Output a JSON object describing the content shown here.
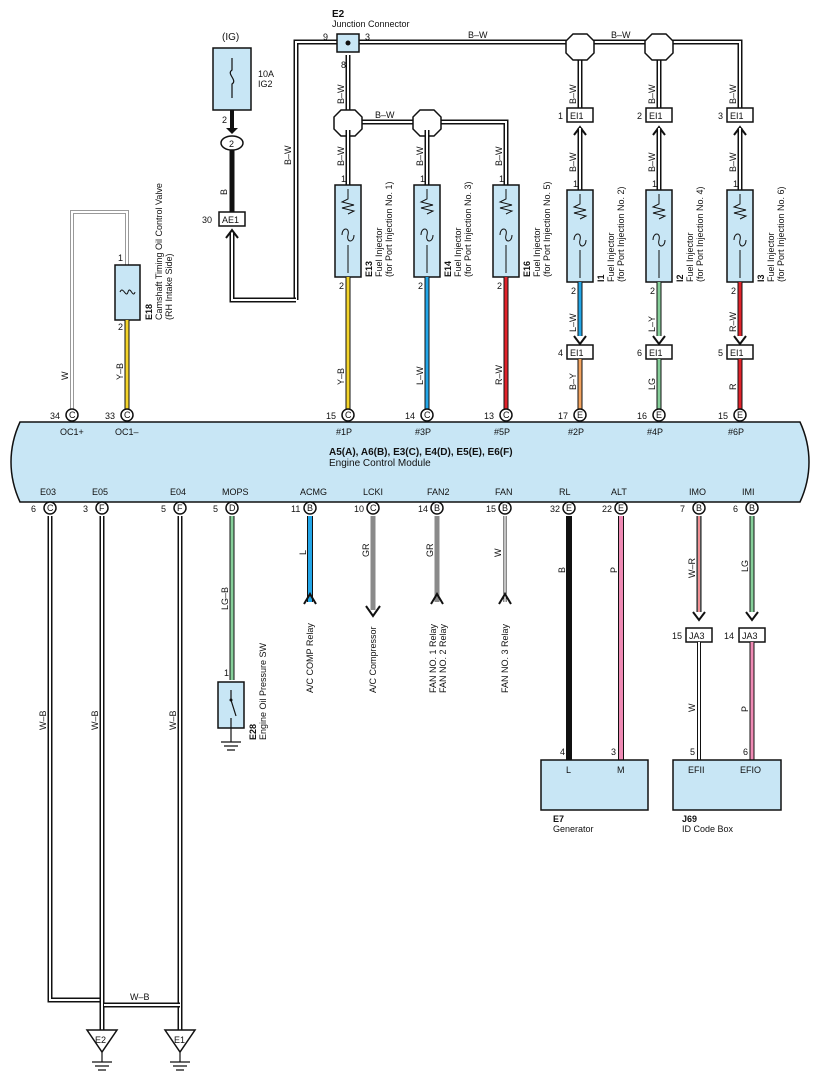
{
  "colors": {
    "comp_fill": "#c8e6f5",
    "black": "#111111",
    "yellow": "#f4d42a",
    "blue": "#22a6e8",
    "red": "#e1222a",
    "green": "#86cf9a",
    "gray": "#8a8a8a",
    "pink": "#ef8ab4",
    "orange": "#f4a460",
    "white": "#ffffff"
  },
  "ecm": {
    "codes": "A5(A), A6(B), E3(C), E4(D), E5(E), E6(F)",
    "name": "Engine Control Module"
  },
  "top_pins": [
    {
      "num": "34",
      "conn": "C",
      "name": "OC1+"
    },
    {
      "num": "33",
      "conn": "C",
      "name": "OC1–"
    },
    {
      "num": "15",
      "conn": "C",
      "name": "#1P"
    },
    {
      "num": "14",
      "conn": "C",
      "name": "#3P"
    },
    {
      "num": "13",
      "conn": "C",
      "name": "#5P"
    },
    {
      "num": "17",
      "conn": "E",
      "name": "#2P"
    },
    {
      "num": "16",
      "conn": "E",
      "name": "#4P"
    },
    {
      "num": "15",
      "conn": "E",
      "name": "#6P"
    }
  ],
  "bottom_pins": [
    {
      "num": "6",
      "conn": "C",
      "name": "E03"
    },
    {
      "num": "3",
      "conn": "F",
      "name": "E05"
    },
    {
      "num": "5",
      "conn": "F",
      "name": "E04"
    },
    {
      "num": "5",
      "conn": "D",
      "name": "MOPS"
    },
    {
      "num": "11",
      "conn": "B",
      "name": "ACMG"
    },
    {
      "num": "10",
      "conn": "C",
      "name": "LCKI"
    },
    {
      "num": "14",
      "conn": "B",
      "name": "FAN2"
    },
    {
      "num": "15",
      "conn": "B",
      "name": "FAN"
    },
    {
      "num": "32",
      "conn": "E",
      "name": "RL"
    },
    {
      "num": "22",
      "conn": "E",
      "name": "ALT"
    },
    {
      "num": "7",
      "conn": "B",
      "name": "IMO"
    },
    {
      "num": "6",
      "conn": "B",
      "name": "IMI"
    }
  ],
  "fuse": {
    "ig": "(IG)",
    "rating": "10A",
    "name": "IG2",
    "pin": "2",
    "conn": "2"
  },
  "junction": {
    "code": "E2",
    "name": "Junction Connector",
    "pin_left": "9",
    "pin_right": "3",
    "pin_bottom": "8"
  },
  "ae1": {
    "pin": "30",
    "label": "AE1"
  },
  "ocv": {
    "code": "E18",
    "name": "Camshaft Timing Oil Control Valve",
    "sub": "(RH Intake Side)",
    "pin_top": "1",
    "pin_bottom": "2"
  },
  "injectors": [
    {
      "code": "E13",
      "line1": "Fuel Injector",
      "line2": "(for Port Injection No. 1)"
    },
    {
      "code": "E14",
      "line1": "Fuel Injector",
      "line2": "(for Port Injection No. 3)"
    },
    {
      "code": "E16",
      "line1": "Fuel Injector",
      "line2": "(for Port Injection No. 5)"
    },
    {
      "code": "I1",
      "line1": "Fuel Injector",
      "line2": "(for Port Injection No. 2)"
    },
    {
      "code": "I2",
      "line1": "Fuel Injector",
      "line2": "(for Port Injection No. 4)"
    },
    {
      "code": "I3",
      "line1": "Fuel Injector",
      "line2": "(for Port Injection No. 6)"
    }
  ],
  "ei1_top": [
    {
      "pin": "1",
      "label": "EI1"
    },
    {
      "pin": "2",
      "label": "EI1"
    },
    {
      "pin": "3",
      "label": "EI1"
    }
  ],
  "ei1_bottom": [
    {
      "pin": "4",
      "label": "EI1"
    },
    {
      "pin": "6",
      "label": "EI1"
    },
    {
      "pin": "5",
      "label": "EI1"
    }
  ],
  "wire_labels": {
    "bw": "B–W",
    "b": "B",
    "w": "W",
    "yb": "Y–B",
    "lw": "L–W",
    "rw": "R–W",
    "ly": "L–Y",
    "by": "B–Y",
    "lg": "LG",
    "r": "R",
    "wb": "W–B",
    "lgb": "LG–B",
    "l": "L",
    "gr": "GR",
    "wr": "W–R",
    "p": "P"
  },
  "pin_nums": {
    "one": "1",
    "two": "2",
    "three": "3",
    "four": "4",
    "five": "5",
    "six": "6",
    "fourteen": "14",
    "fifteen": "15"
  },
  "relays": [
    {
      "label": "A/C COMP Relay"
    },
    {
      "label": "A/C Compressor"
    },
    {
      "label": "FAN NO. 1 Relay"
    },
    {
      "label": "FAN NO. 2 Relay"
    },
    {
      "label": "FAN NO. 3 Relay"
    }
  ],
  "oil_sw": {
    "code": "E28",
    "name": "Engine Oil Pressure SW",
    "pin": "1"
  },
  "ja3": [
    {
      "pin": "15",
      "label": "JA3"
    },
    {
      "pin": "14",
      "label": "JA3"
    }
  ],
  "generator": {
    "code": "E7",
    "name": "Generator",
    "pin_l": "4",
    "pin_m": "3",
    "term_l": "L",
    "term_m": "M"
  },
  "idbox": {
    "code": "J69",
    "name": "ID Code Box",
    "pin_a": "5",
    "pin_b": "6",
    "term_a": "EFII",
    "term_b": "EFIO"
  },
  "grounds": [
    {
      "label": "E2"
    },
    {
      "label": "E1"
    }
  ]
}
